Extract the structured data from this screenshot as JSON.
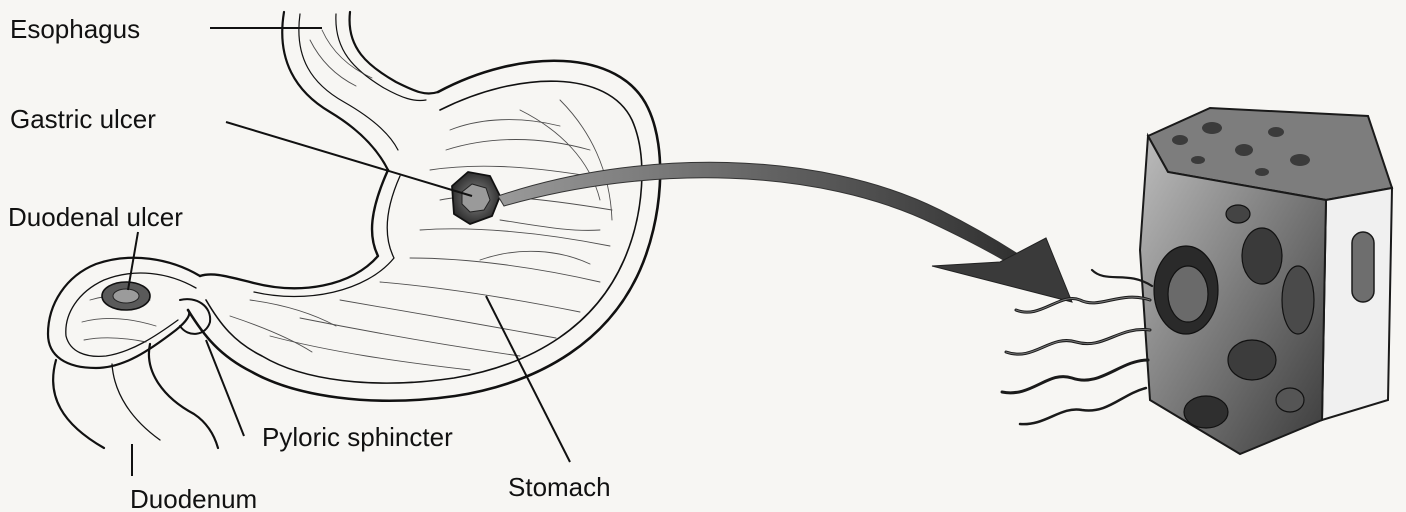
{
  "labels": {
    "esophagus": "Esophagus",
    "gastric_ulcer": "Gastric ulcer",
    "duodenal_ulcer": "Duodenal ulcer",
    "pyloric_sphincter": "Pyloric sphincter",
    "duodenum": "Duodenum",
    "stomach": "Stomach"
  },
  "colors": {
    "background": "#f7f6f3",
    "ink": "#111111",
    "arrow": "#444444",
    "tissue_dark": "#5a5a5a",
    "tissue_light": "#e9e9e9"
  },
  "icons": [
    "stomach-illustration",
    "tissue-block-illustration",
    "bacteria-flagella-icon",
    "curved-arrow-icon"
  ]
}
